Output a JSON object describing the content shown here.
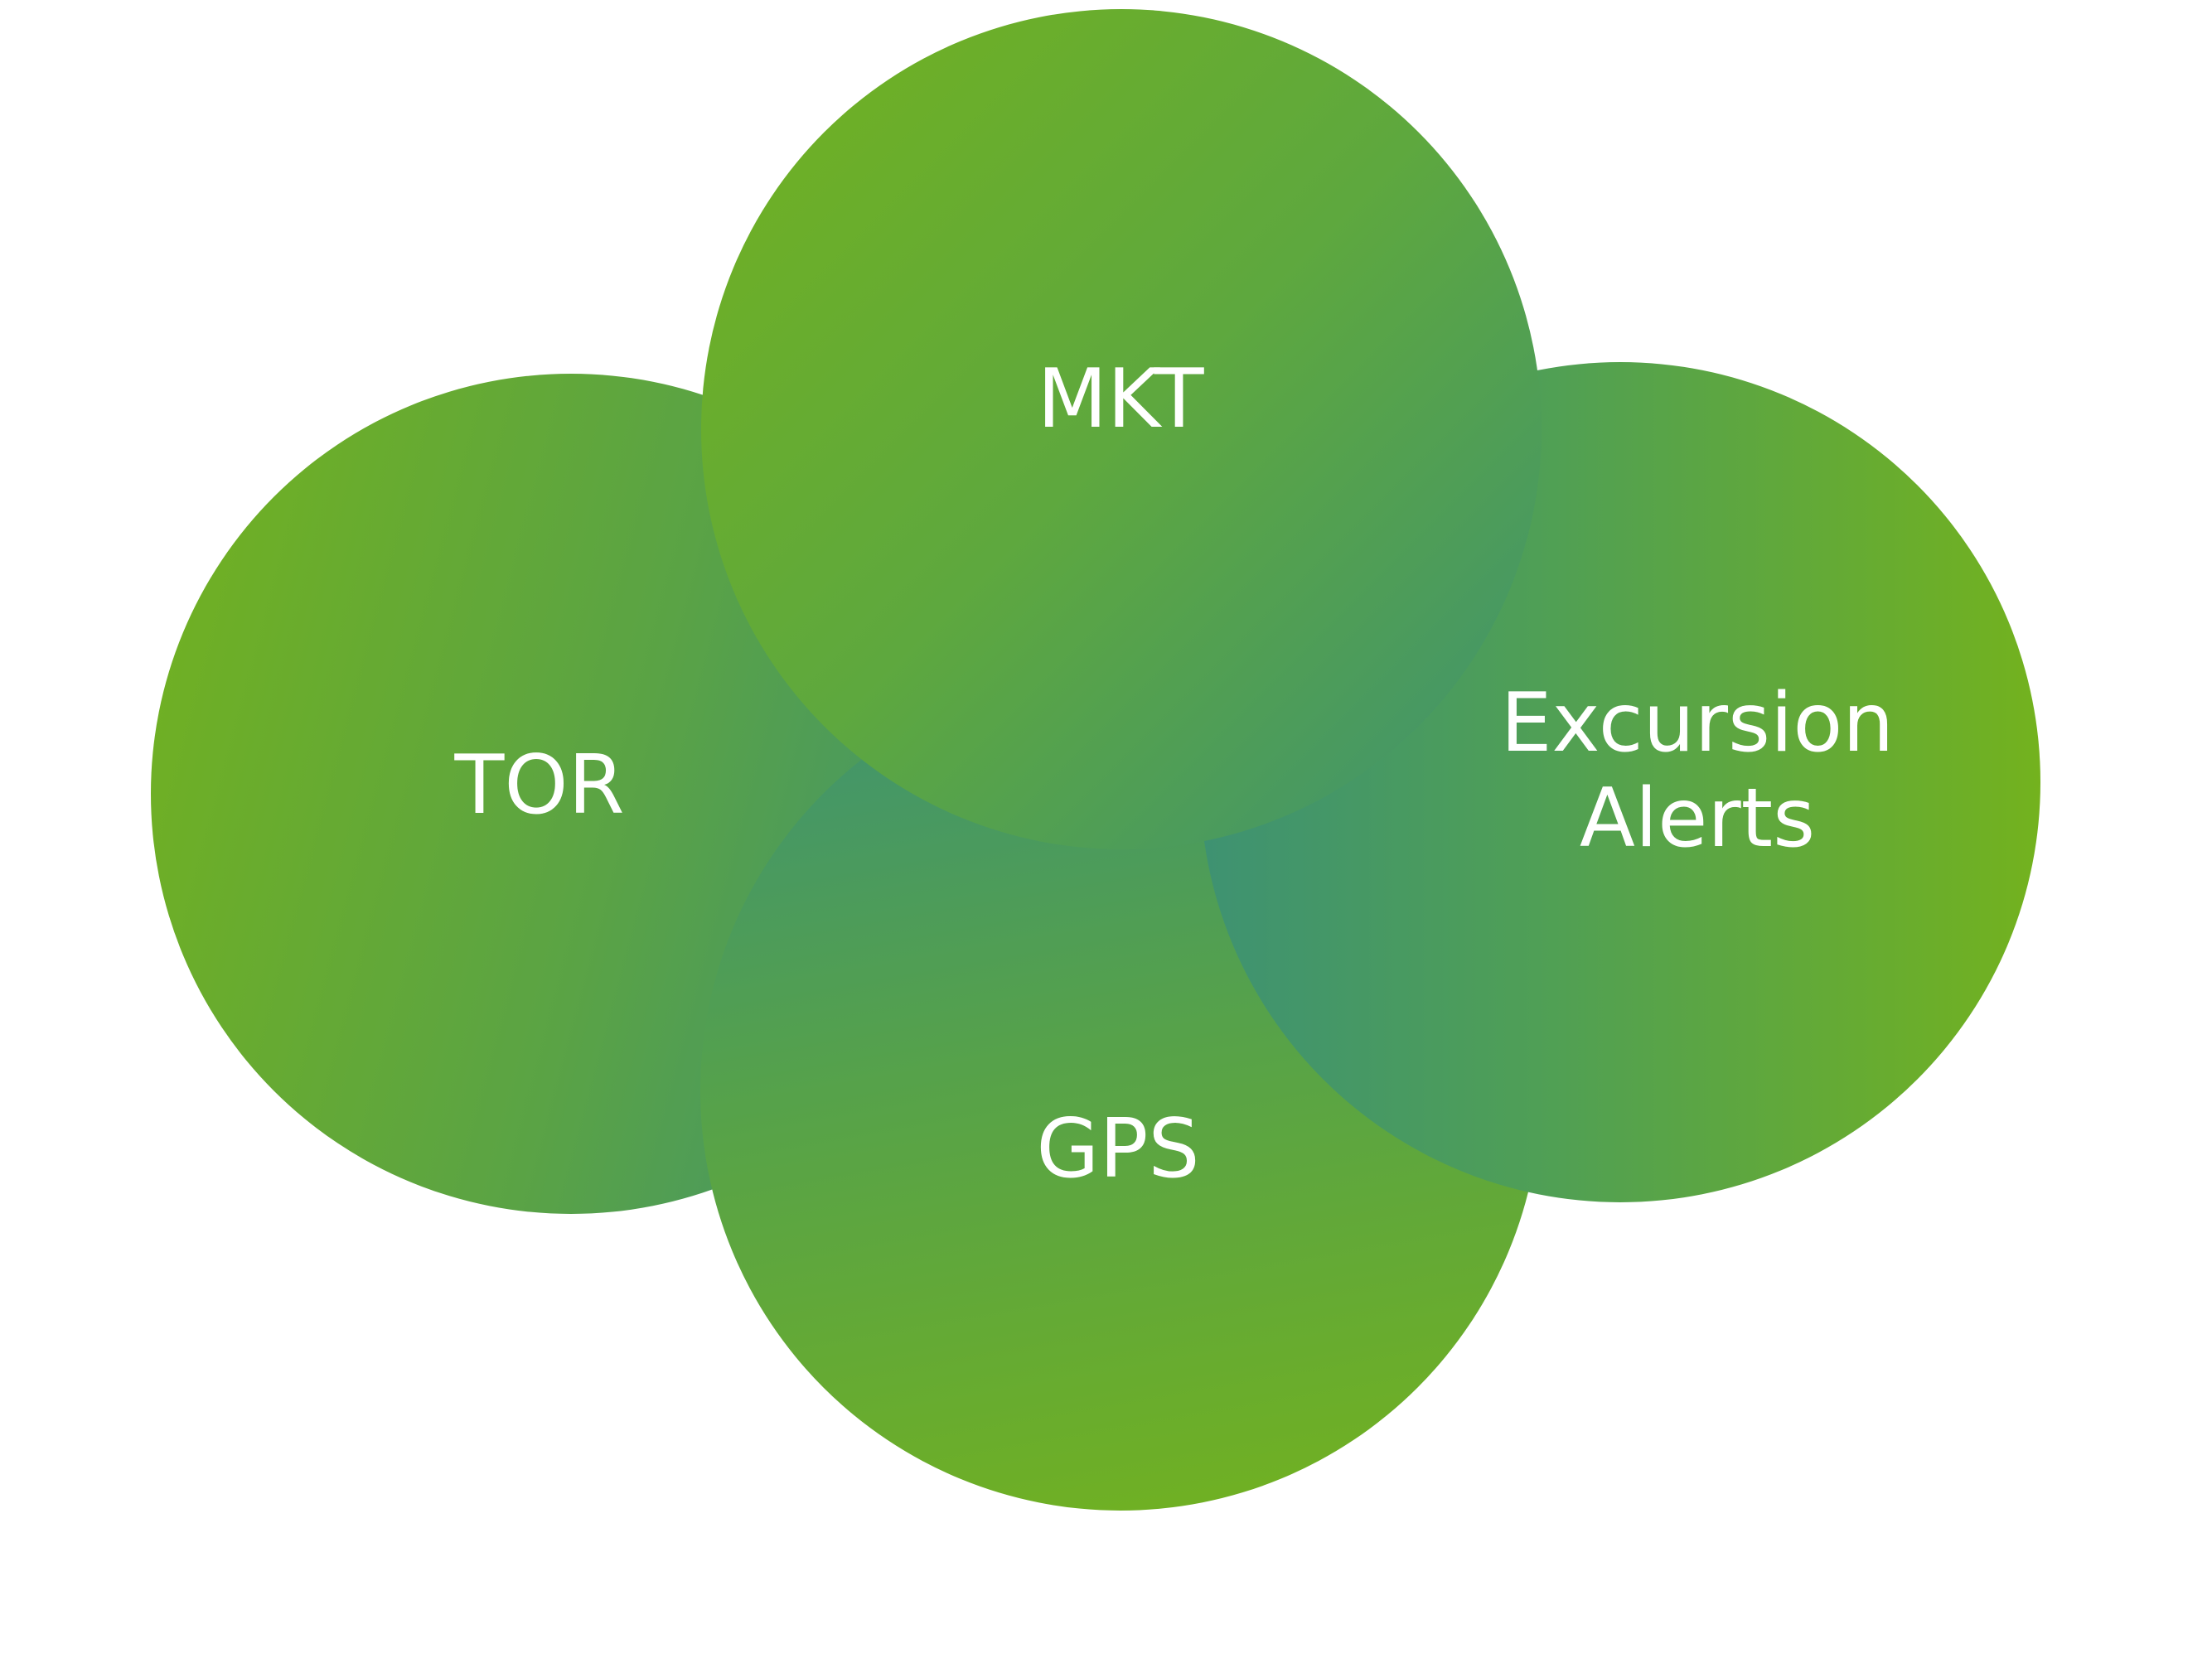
{
  "diagram": {
    "type": "overlapping-circles",
    "colors": {
      "lime": "#73b21e",
      "teal": "#3e9272",
      "label_text": "#ffffff",
      "background": "#ffffff"
    },
    "circles": [
      {
        "id": "tor",
        "label": "TOR"
      },
      {
        "id": "gps",
        "label": "GPS"
      },
      {
        "id": "excursion",
        "label_lines": [
          "Excursion",
          "Alerts"
        ]
      },
      {
        "id": "mkt",
        "label": "MKT"
      }
    ]
  }
}
